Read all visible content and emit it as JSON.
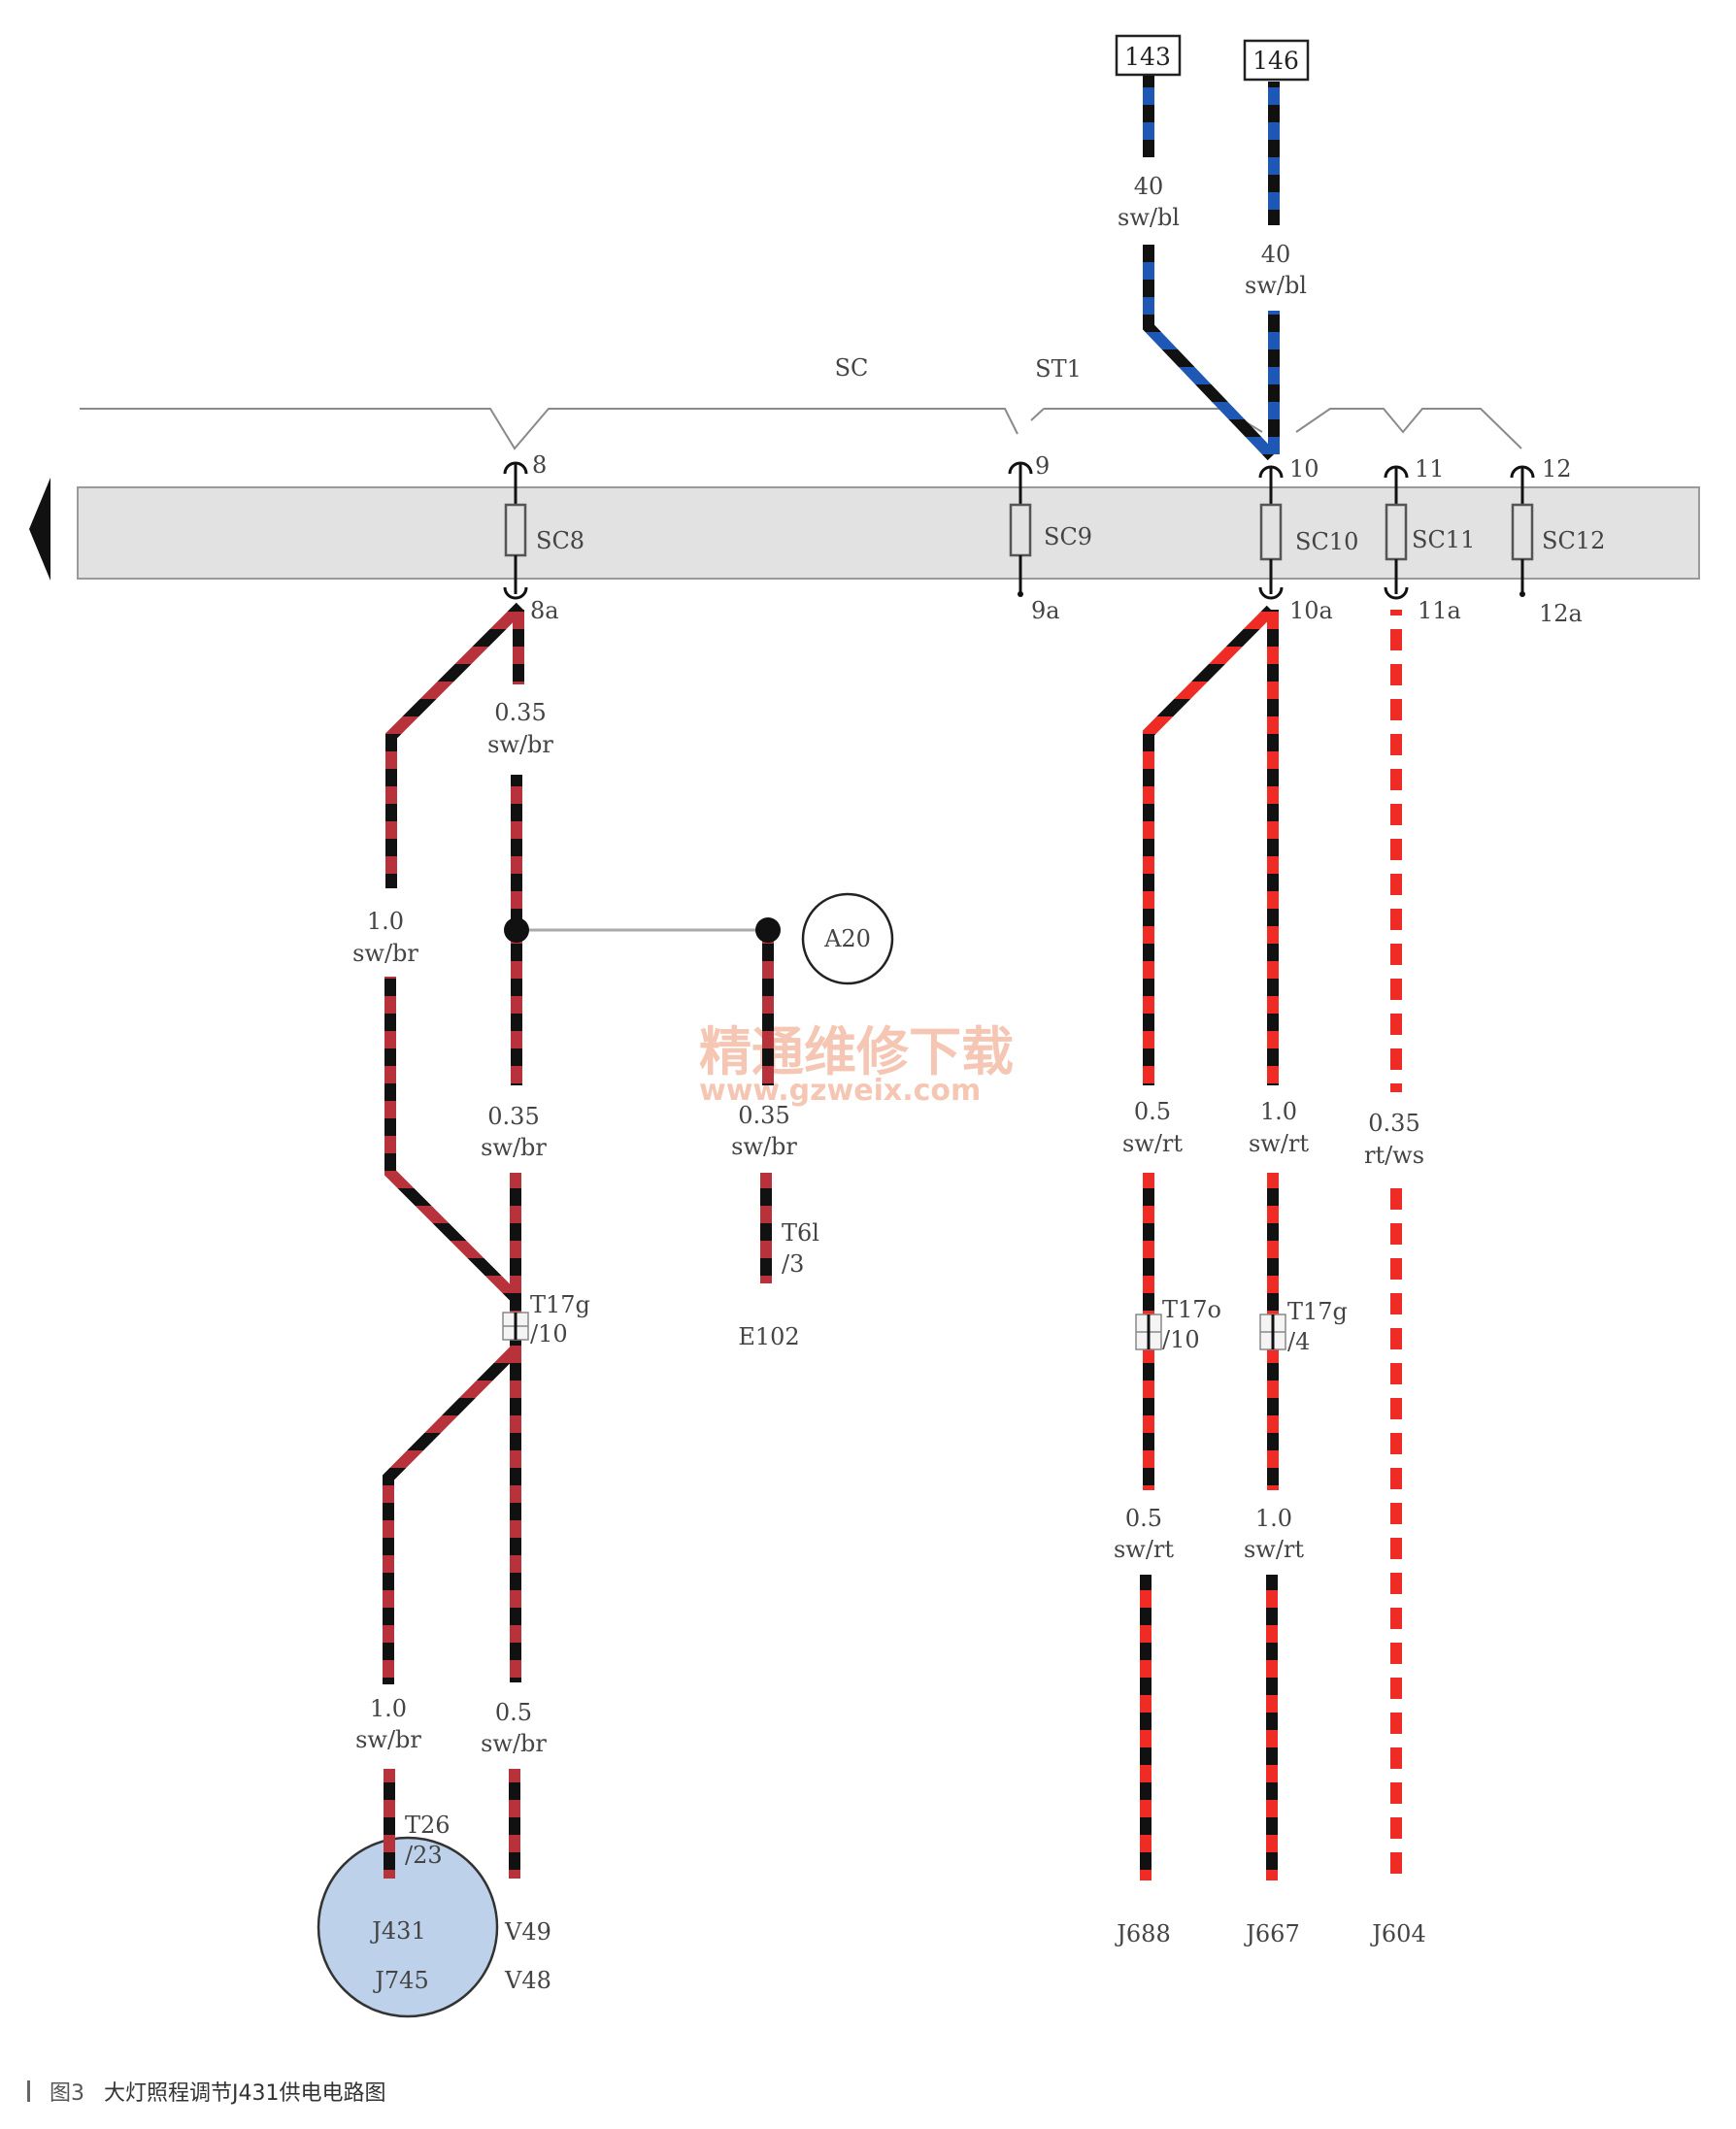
{
  "caption": {
    "figure": "图3",
    "text": "大灯照程调节J431供电电路图"
  },
  "watermark": {
    "cn": "精通维修下载",
    "url": "www.gzweix.com"
  },
  "colors": {
    "sw": "#111111",
    "br": "#b7323a",
    "rt": "#ee2b24",
    "ws": "#ffffff",
    "bl": "#1f57b4",
    "rail": "#e2e2e2",
    "module": "#bdd2ea"
  },
  "sources": [
    {
      "label": "143",
      "wire": {
        "size": "40",
        "color": "sw/bl"
      }
    },
    {
      "label": "146",
      "wire": {
        "size": "40",
        "color": "sw/bl"
      }
    }
  ],
  "bus_labels": {
    "sc": "SC",
    "st1": "ST1"
  },
  "fuses": [
    {
      "name": "SC8",
      "in": "8",
      "out": "8a"
    },
    {
      "name": "SC9",
      "in": "9",
      "out": "9a"
    },
    {
      "name": "SC10",
      "in": "10",
      "out": "10a"
    },
    {
      "name": "SC11",
      "in": "11",
      "out": "11a"
    },
    {
      "name": "SC12",
      "in": "12",
      "out": "12a"
    }
  ],
  "splice": "A20",
  "wire_labels": {
    "w8a_top": {
      "size": "0.35",
      "color": "sw/br"
    },
    "w8_left": {
      "size": "1.0",
      "color": "sw/br"
    },
    "w8_mid": {
      "size": "0.35",
      "color": "sw/br"
    },
    "w_e102": {
      "size": "0.35",
      "color": "sw/br"
    },
    "w8_left_bottom": {
      "size": "1.0",
      "color": "sw/br"
    },
    "w8_right_bottom": {
      "size": "0.5",
      "color": "sw/br"
    },
    "w10_left_top": {
      "size": "0.5",
      "color": "sw/rt"
    },
    "w10_right_top": {
      "size": "1.0",
      "color": "sw/rt"
    },
    "w11_top": {
      "size": "0.35",
      "color": "rt/ws"
    },
    "w10_left_bottom": {
      "size": "0.5",
      "color": "sw/rt"
    },
    "w10_right_bottom": {
      "size": "1.0",
      "color": "sw/rt"
    }
  },
  "connectors": {
    "t17g_10": {
      "name": "T17g",
      "pin": "/10"
    },
    "t6l_3": {
      "name": "T6l",
      "pin": "/3"
    },
    "t17o_10": {
      "name": "T17o",
      "pin": "/10"
    },
    "t17g_4": {
      "name": "T17g",
      "pin": "/4"
    },
    "t26_23": {
      "name": "T26",
      "pin": "/23"
    }
  },
  "components": {
    "e102": "E102",
    "j431": "J431",
    "j745": "J745",
    "v49": "V49",
    "v48": "V48",
    "j688": "J688",
    "j667": "J667",
    "j604": "J604"
  }
}
